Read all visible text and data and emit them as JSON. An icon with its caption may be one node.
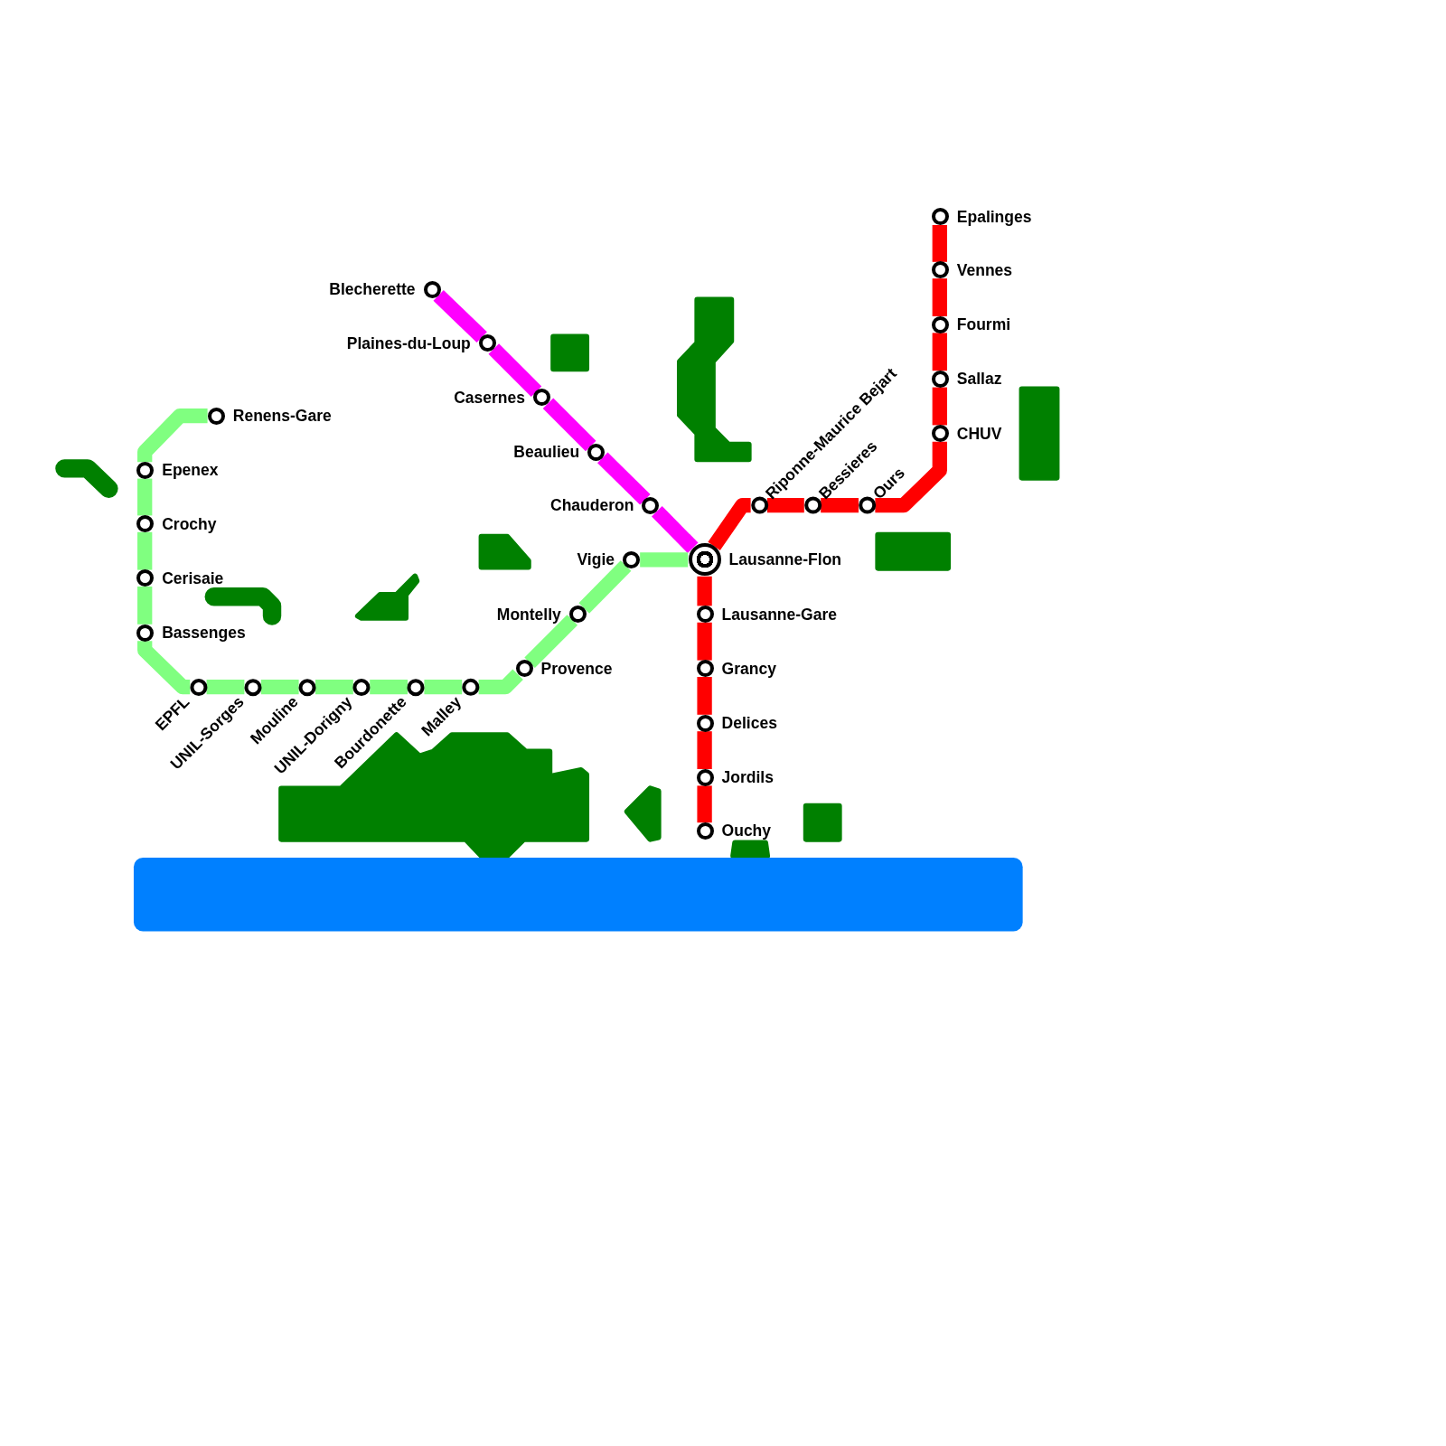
{
  "diagram": {
    "nodes": [
      {
        "text": [
          "Blecherette"
        ]
      },
      {
        "text": [
          "Plaines-du-Loup"
        ]
      },
      {
        "text": [
          "Casernes"
        ]
      },
      {
        "text": [
          "Beaulieu"
        ]
      },
      {
        "text": [
          "Chauderon"
        ]
      },
      {
        "text": [
          "Lausanne-Flon"
        ]
      },
      {
        "text": [
          "Renens-Gare"
        ]
      },
      {
        "text": [
          "Epenex"
        ]
      },
      {
        "text": [
          "Crochy"
        ]
      },
      {
        "text": [
          "Cerisaie"
        ]
      },
      {
        "text": [
          "Bassenges"
        ]
      },
      {
        "text": [
          "EPFL"
        ]
      },
      {
        "text": [
          "UNIL-Sorges"
        ]
      },
      {
        "text": [
          "Mouline"
        ]
      },
      {
        "text": [
          "UNIL-Dorigny"
        ]
      },
      {
        "text": [
          "Bourdonette"
        ]
      },
      {
        "text": [
          "Malley"
        ]
      },
      {
        "text": [
          "Provence"
        ]
      },
      {
        "text": [
          "Montelly"
        ]
      },
      {
        "text": [
          "Vigie"
        ]
      },
      {
        "text": [
          "Lausanne-Gare"
        ]
      },
      {
        "text": [
          "Grancy"
        ]
      },
      {
        "text": [
          "Delices"
        ]
      },
      {
        "text": [
          "Jordils"
        ]
      },
      {
        "text": [
          "Ouchy"
        ]
      },
      {
        "text": [
          "Riponne-Maurice Bejart"
        ]
      },
      {
        "text": [
          "Bessieres"
        ]
      },
      {
        "text": [
          "Ours"
        ]
      },
      {
        "text": [
          "CHUV"
        ]
      },
      {
        "text": [
          "Sallaz"
        ]
      },
      {
        "text": [
          "Fourmi"
        ]
      },
      {
        "text": [
          "Vennes"
        ]
      },
      {
        "text": [
          "Epalinges"
        ]
      }
    ],
    "edges": [
      {
        "from": 0,
        "to": 1,
        "arrow": "none",
        "color": "#ff00ff"
      },
      {
        "from": 1,
        "to": 2,
        "arrow": "none",
        "color": "#ff00ff"
      },
      {
        "from": 2,
        "to": 3,
        "arrow": "none",
        "color": "#ff00ff"
      },
      {
        "from": 3,
        "to": 4,
        "arrow": "none",
        "color": "#ff00ff"
      },
      {
        "from": 4,
        "to": 5,
        "arrow": "none",
        "color": "#ff00ff"
      },
      {
        "from": 6,
        "to": 7,
        "arrow": "none",
        "color": "#80ff80"
      },
      {
        "from": 7,
        "to": 8,
        "arrow": "none",
        "color": "#80ff80"
      },
      {
        "from": 8,
        "to": 9,
        "arrow": "none",
        "color": "#80ff80"
      },
      {
        "from": 9,
        "to": 10,
        "arrow": "none",
        "color": "#80ff80"
      },
      {
        "from": 10,
        "to": 11,
        "arrow": "none",
        "color": "#80ff80"
      },
      {
        "from": 11,
        "to": 12,
        "arrow": "none",
        "color": "#80ff80"
      },
      {
        "from": 12,
        "to": 13,
        "arrow": "none",
        "color": "#80ff80"
      },
      {
        "from": 13,
        "to": 14,
        "arrow": "none",
        "color": "#80ff80"
      },
      {
        "from": 14,
        "to": 15,
        "arrow": "none",
        "color": "#80ff80"
      },
      {
        "from": 15,
        "to": 16,
        "arrow": "none",
        "color": "#80ff80"
      },
      {
        "from": 16,
        "to": 17,
        "arrow": "none",
        "color": "#80ff80"
      },
      {
        "from": 17,
        "to": 18,
        "arrow": "none",
        "color": "#80ff80"
      },
      {
        "from": 18,
        "to": 19,
        "arrow": "none",
        "color": "#80ff80"
      },
      {
        "from": 19,
        "to": 5,
        "arrow": "none",
        "color": "#80ff80"
      },
      {
        "from": 5,
        "to": 20,
        "arrow": "none",
        "color": "#ff0000"
      },
      {
        "from": 20,
        "to": 21,
        "arrow": "none",
        "color": "#ff0000"
      },
      {
        "from": 21,
        "to": 22,
        "arrow": "none",
        "color": "#ff0000"
      },
      {
        "from": 22,
        "to": 23,
        "arrow": "none",
        "color": "#ff0000"
      },
      {
        "from": 23,
        "to": 24,
        "arrow": "none",
        "color": "#ff0000"
      },
      {
        "from": 5,
        "to": 25,
        "arrow": "none",
        "color": "#ff0000"
      },
      {
        "from": 25,
        "to": 26,
        "arrow": "none",
        "color": "#ff0000"
      },
      {
        "from": 26,
        "to": 27,
        "arrow": "none",
        "color": "#ff0000"
      },
      {
        "from": 27,
        "to": 28,
        "arrow": "none",
        "color": "#ff0000"
      },
      {
        "from": 28,
        "to": 29,
        "arrow": "none",
        "color": "#ff0000"
      },
      {
        "from": 29,
        "to": 30,
        "arrow": "none",
        "color": "#ff0000"
      },
      {
        "from": 30,
        "to": 31,
        "arrow": "none",
        "color": "#ff0000"
      },
      {
        "from": 31,
        "to": 32,
        "arrow": "none",
        "color": "#ff0000"
      }
    ]
  }
}
